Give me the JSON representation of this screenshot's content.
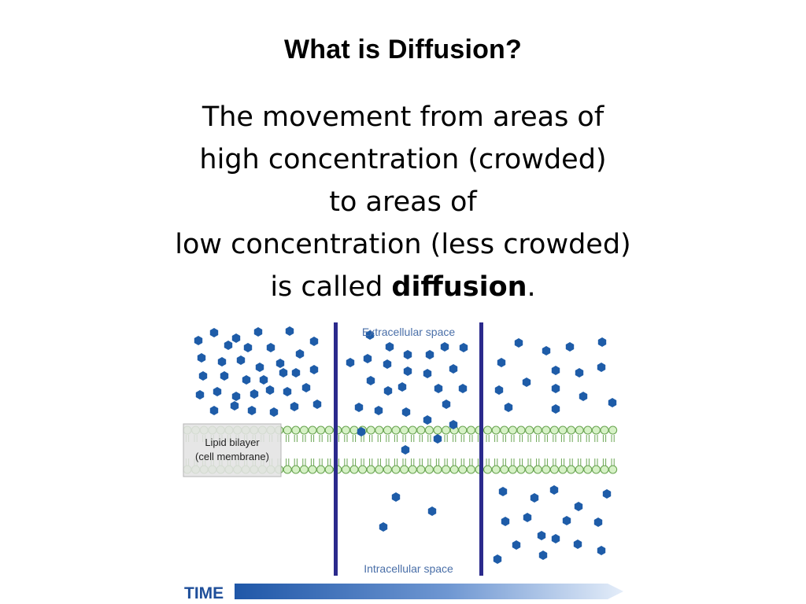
{
  "slide": {
    "title": "What is Diffusion?",
    "definition": {
      "line1": "The movement from areas of",
      "line2": "high concentration (crowded)",
      "line3": "to areas of",
      "line4": "low concentration (less crowded)",
      "line5_prefix": "is called ",
      "line5_bold": "diffusion",
      "line5_suffix": "."
    }
  },
  "diagram": {
    "extracellular_label": "Extracellular space",
    "intracellular_label": "Intracellular space",
    "membrane_label_line1": "Lipid bilayer",
    "membrane_label_line2": "(cell membrane)",
    "time_label": "TIME",
    "colors": {
      "molecule": "#1e5ca8",
      "divider": "#2b2a8c",
      "lipid_head_fill": "#d6f1c6",
      "lipid_head_stroke": "#6aa552",
      "label_text": "#4a6fa8",
      "time_text": "#1f4f9a"
    }
  }
}
